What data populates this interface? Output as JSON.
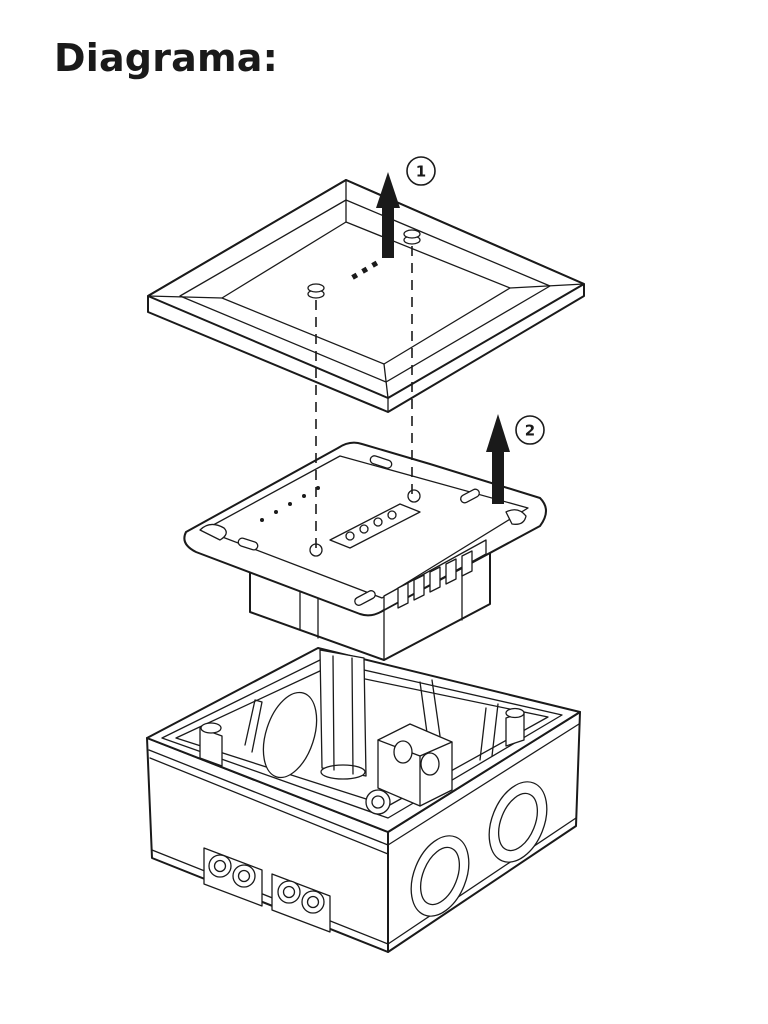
{
  "title": "Diagrama:",
  "callouts": [
    {
      "label": "1"
    },
    {
      "label": "2"
    }
  ]
}
